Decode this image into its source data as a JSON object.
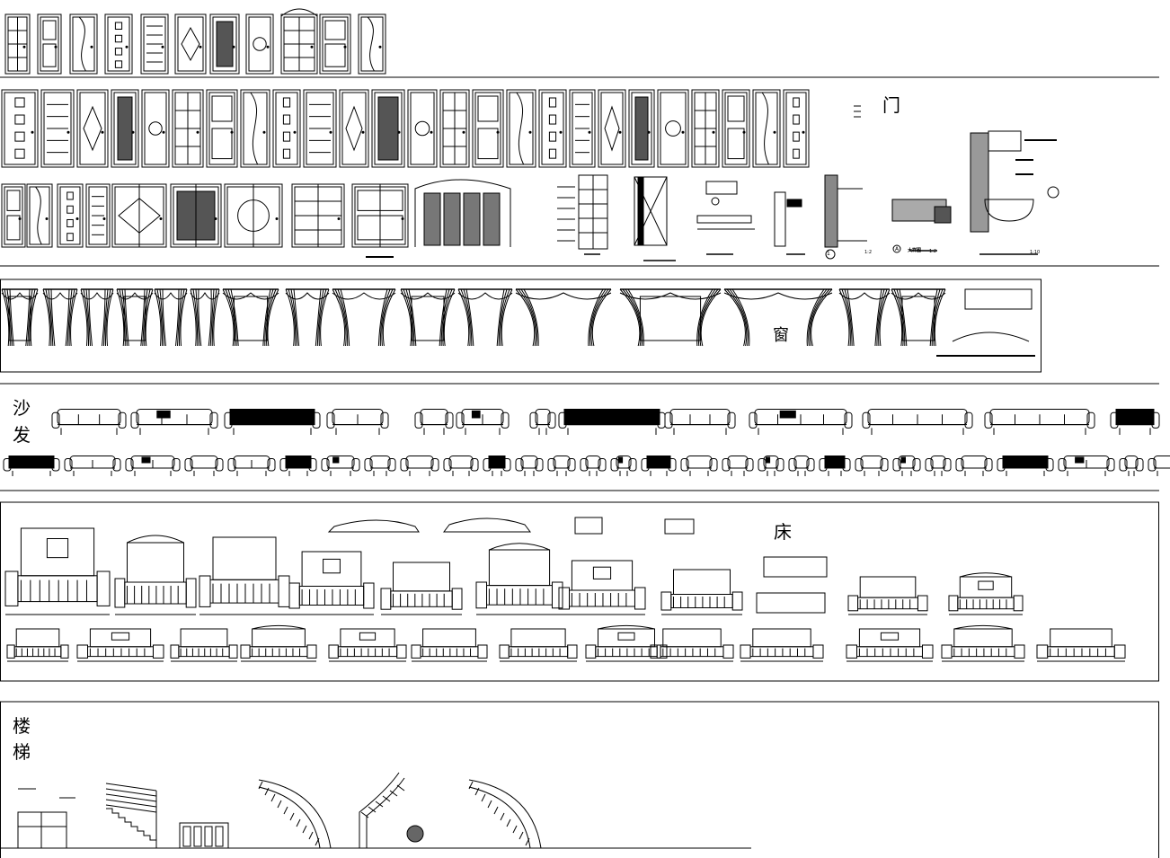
{
  "sections": {
    "door": {
      "label": "门"
    },
    "window": {
      "label": "窗"
    },
    "sofa": {
      "label_line1": "沙",
      "label_line2": "发"
    },
    "bed": {
      "label": "床"
    },
    "stairs": {
      "label_line1": "楼",
      "label_line2": "梯"
    }
  },
  "detail_captions": {
    "scale_a": "1:2",
    "caption_b": "大样图",
    "scale_b": "1:2",
    "scale_c": "1:10",
    "marker_1": "1",
    "marker_a": "A"
  },
  "colors": {
    "line": "#000000",
    "background": "#ffffff"
  }
}
